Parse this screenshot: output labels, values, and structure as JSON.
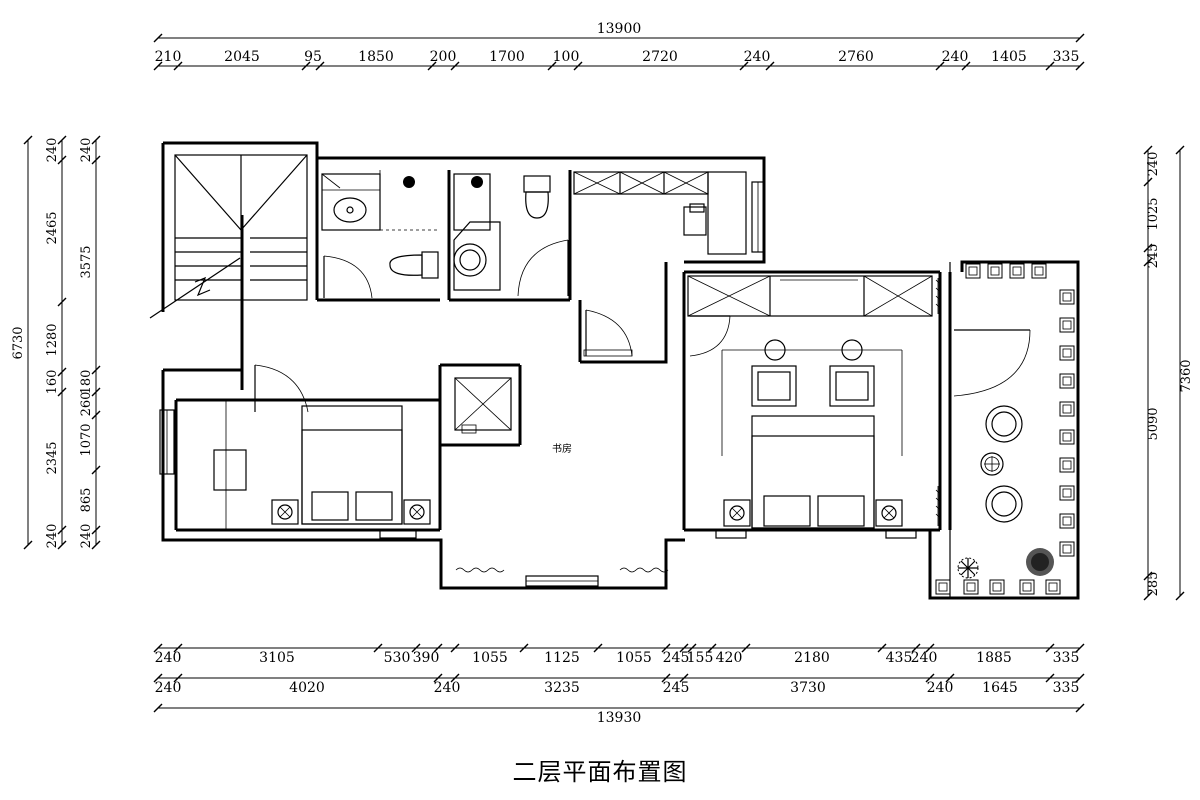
{
  "title": "二层平面布置图",
  "room_label": "书房",
  "top_dims": {
    "overall": "13900",
    "segments": [
      "210",
      "2045",
      "95",
      "1850",
      "200",
      "1700",
      "100",
      "2720",
      "240",
      "2760",
      "240",
      "1405",
      "335"
    ]
  },
  "bottom_dims": {
    "row1": [
      "240",
      "3105",
      "530",
      "390",
      "1055",
      "1125",
      "1055",
      "245",
      "155",
      "420",
      "2180",
      "435",
      "240",
      "1885",
      "335"
    ],
    "row2": [
      "240",
      "4020",
      "240",
      "3235",
      "245",
      "3730",
      "240",
      "1645",
      "335"
    ],
    "overall": "13930"
  },
  "left_dims": {
    "overall": "6730",
    "inner": [
      "240",
      "2465",
      "1280",
      "160",
      "2345",
      "240"
    ],
    "mid": [
      "240",
      "3575",
      "180",
      "260",
      "1070",
      "865",
      "240"
    ]
  },
  "right_dims": {
    "overall": "7360",
    "inner": [
      "240",
      "1025",
      "245",
      "5090",
      "285"
    ]
  }
}
